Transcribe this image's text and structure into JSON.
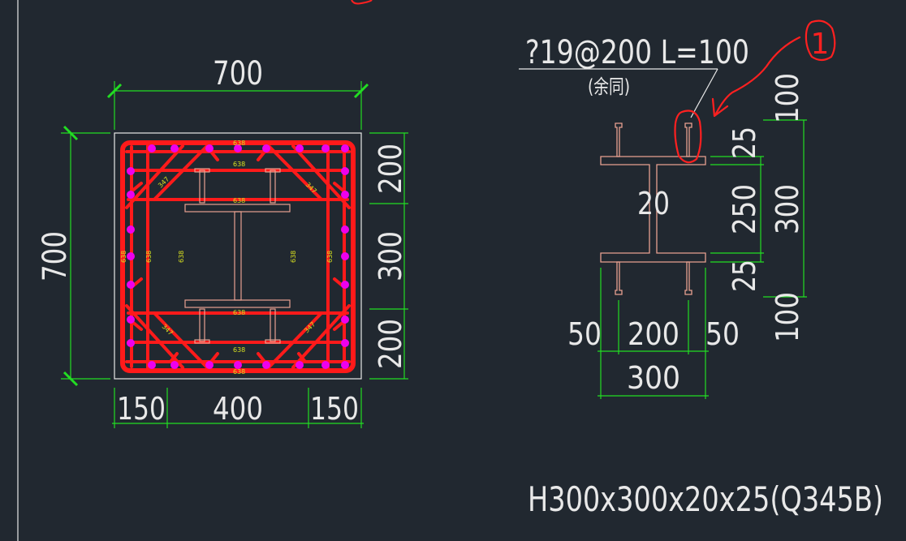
{
  "left_section": {
    "dim_top": "700",
    "dim_left": "700",
    "dim_right": [
      "200",
      "300",
      "200"
    ],
    "dim_bottom": [
      "150",
      "400",
      "150"
    ],
    "rebar_tag_a": "638",
    "rebar_tag_b": "347"
  },
  "right_section": {
    "stud_spec": "?19@200  L=100",
    "stud_note": "(余同)",
    "markup_number": "1",
    "web_thickness": "20",
    "dim_right_inner": [
      "25",
      "250",
      "25"
    ],
    "dim_right_outer": [
      "100",
      "300",
      "100"
    ],
    "dim_bottom_inner": [
      "50",
      "200",
      "50"
    ],
    "dim_bottom_outer": "300"
  },
  "section_title": "H300x300x20x25(Q345B)",
  "colors": {
    "background": "#212830",
    "dimension": "#22dd22",
    "rebar": "#ff1a1a",
    "stud_dot": "#ee00ee",
    "steel_outline": "#e8a090",
    "markup": "#ff2020",
    "text": "#e8e8e8"
  }
}
